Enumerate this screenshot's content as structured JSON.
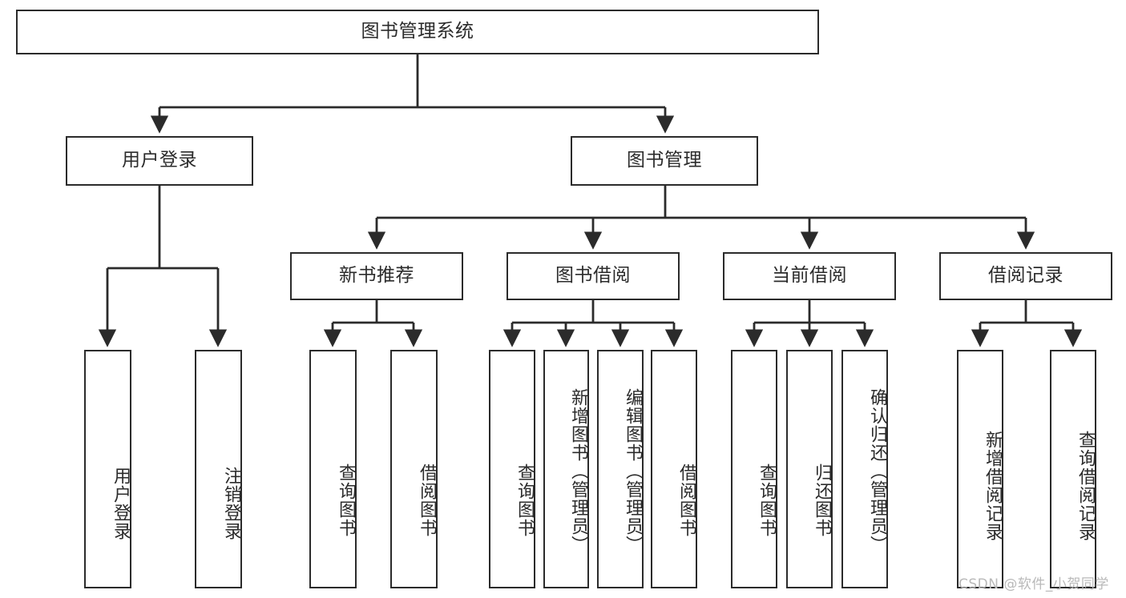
{
  "diagram": {
    "title_node": {
      "label": "图书管理系统"
    },
    "level2": [
      {
        "label": "用户登录"
      },
      {
        "label": "图书管理"
      }
    ],
    "level3": [
      {
        "label": "新书推荐"
      },
      {
        "label": "图书借阅"
      },
      {
        "label": "当前借阅"
      },
      {
        "label": "借阅记录"
      }
    ],
    "leaves": {
      "user_login": [
        {
          "label": "用户登录"
        },
        {
          "label": "注销登录"
        }
      ],
      "new_book": [
        {
          "label": "查询图书"
        },
        {
          "label": "借阅图书"
        }
      ],
      "book_borrow": [
        {
          "label": "查询图书"
        },
        {
          "label": "新增图书（管理员）"
        },
        {
          "label": "编辑图书（管理员）"
        },
        {
          "label": "借阅图书"
        }
      ],
      "current_borrow": [
        {
          "label": "查询图书"
        },
        {
          "label": "归还图书"
        },
        {
          "label": "确认归还（管理员）"
        }
      ],
      "borrow_record": [
        {
          "label": "新增借阅记录"
        },
        {
          "label": "查询借阅记录"
        }
      ]
    }
  },
  "watermark": {
    "text": "CSDN @软件_小贺同学"
  },
  "colors": {
    "stroke": "#2b2b2b",
    "background": "#ffffff",
    "watermark": "#b9b9b9"
  }
}
